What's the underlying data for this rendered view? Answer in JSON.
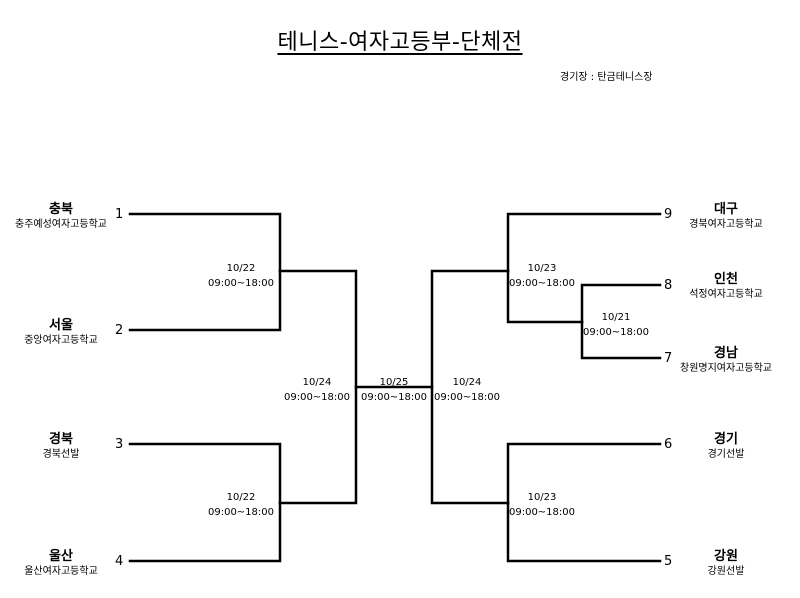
{
  "title": "테니스-여자고등부-단체전",
  "venue": "경기장 : 탄금테니스장",
  "teams": [
    {
      "seed": "1",
      "region": "충북",
      "school": "충주예성여자고등학교"
    },
    {
      "seed": "2",
      "region": "서울",
      "school": "중앙여자고등학교"
    },
    {
      "seed": "3",
      "region": "경북",
      "school": "경북선발"
    },
    {
      "seed": "4",
      "region": "울산",
      "school": "울산여자고등학교"
    },
    {
      "seed": "9",
      "region": "대구",
      "school": "경북여자고등학교"
    },
    {
      "seed": "8",
      "region": "인천",
      "school": "석정여자고등학교"
    },
    {
      "seed": "7",
      "region": "경남",
      "school": "창원명지여자고등학교"
    },
    {
      "seed": "6",
      "region": "경기",
      "school": "경기선발"
    },
    {
      "seed": "5",
      "region": "강원",
      "school": "강원선발"
    }
  ],
  "matches": [
    {
      "date": "10/22",
      "time": "09:00~18:00"
    },
    {
      "date": "10/22",
      "time": "09:00~18:00"
    },
    {
      "date": "10/24",
      "time": "09:00~18:00"
    },
    {
      "date": "10/25",
      "time": "09:00~18:00"
    },
    {
      "date": "10/24",
      "time": "09:00~18:00"
    },
    {
      "date": "10/23",
      "time": "09:00~18:00"
    },
    {
      "date": "10/21",
      "time": "09:00~18:00"
    },
    {
      "date": "10/23",
      "time": "09:00~18:00"
    }
  ]
}
